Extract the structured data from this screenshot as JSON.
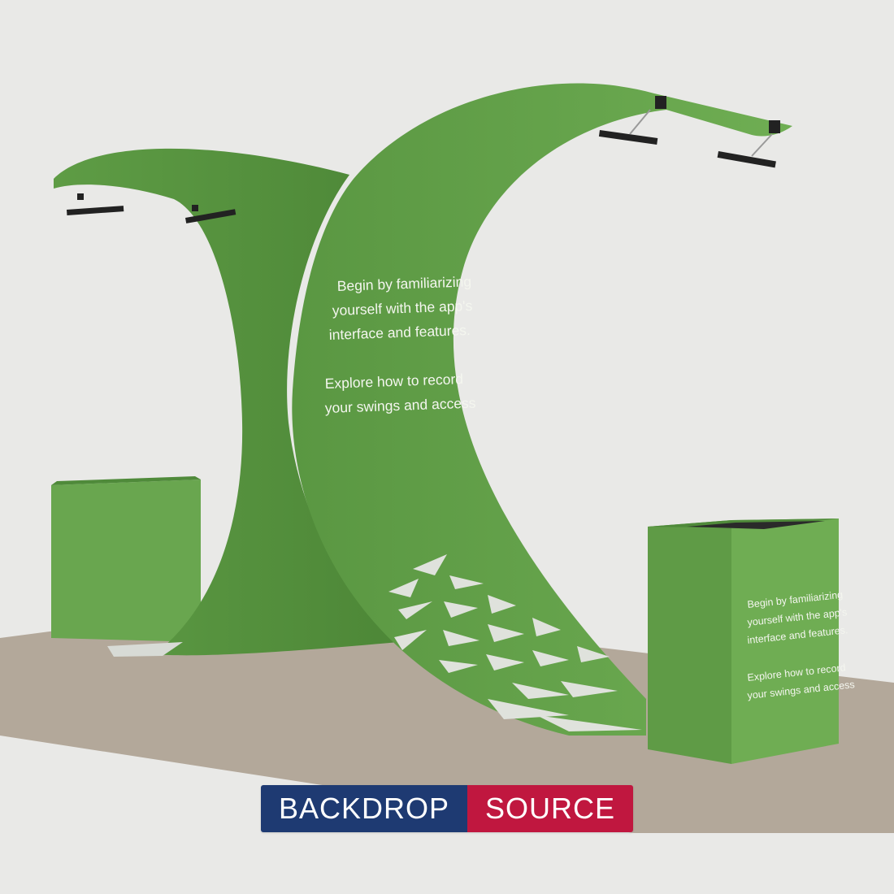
{
  "colors": {
    "background": "#e9e9e7",
    "booth_green": "#64a24a",
    "booth_green_dark": "#4f8a3a",
    "booth_green_light": "#74b258",
    "carpet": "#b3a89a",
    "logo_navy": "#1e3a72",
    "logo_red": "#c0173f"
  },
  "main_arch_panel": {
    "text_lines": [
      "Begin by familiarizing",
      "yourself with the app's",
      "interface and features.",
      "Explore how to record",
      "your swings and access"
    ]
  },
  "counter_right": {
    "text_lines": [
      "Begin by familiarizing",
      "yourself with the app's",
      "interface and features.",
      "Explore how to record",
      "your swings and access"
    ]
  },
  "logo": {
    "left_text": "BACKDROP",
    "right_text": "SOURCE"
  }
}
